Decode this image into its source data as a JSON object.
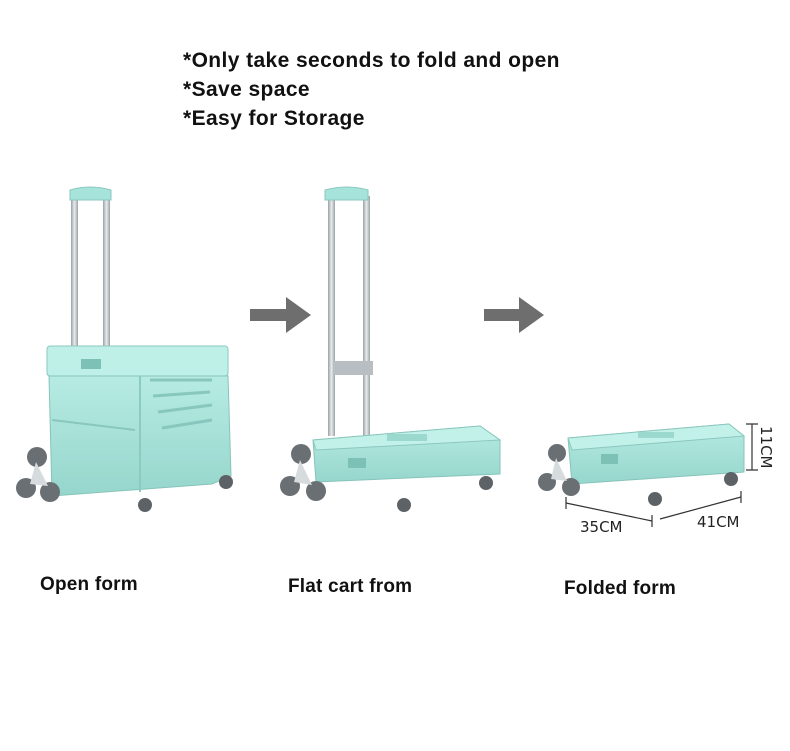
{
  "features": [
    "*Only take seconds to fold and open",
    "*Save space",
    "*Easy for Storage"
  ],
  "forms": {
    "open": "Open form",
    "flat": "Flat cart from",
    "folded": "Folded form"
  },
  "dimensions": {
    "width": "35CM",
    "depth": "41CM",
    "height": "11CM"
  },
  "colors": {
    "cart_body": "#a6e3da",
    "cart_shade": "#8fd3c9",
    "handle": "#c9cfd2",
    "wheel": "#6a6f73",
    "arrow": "#6e6e6e"
  }
}
